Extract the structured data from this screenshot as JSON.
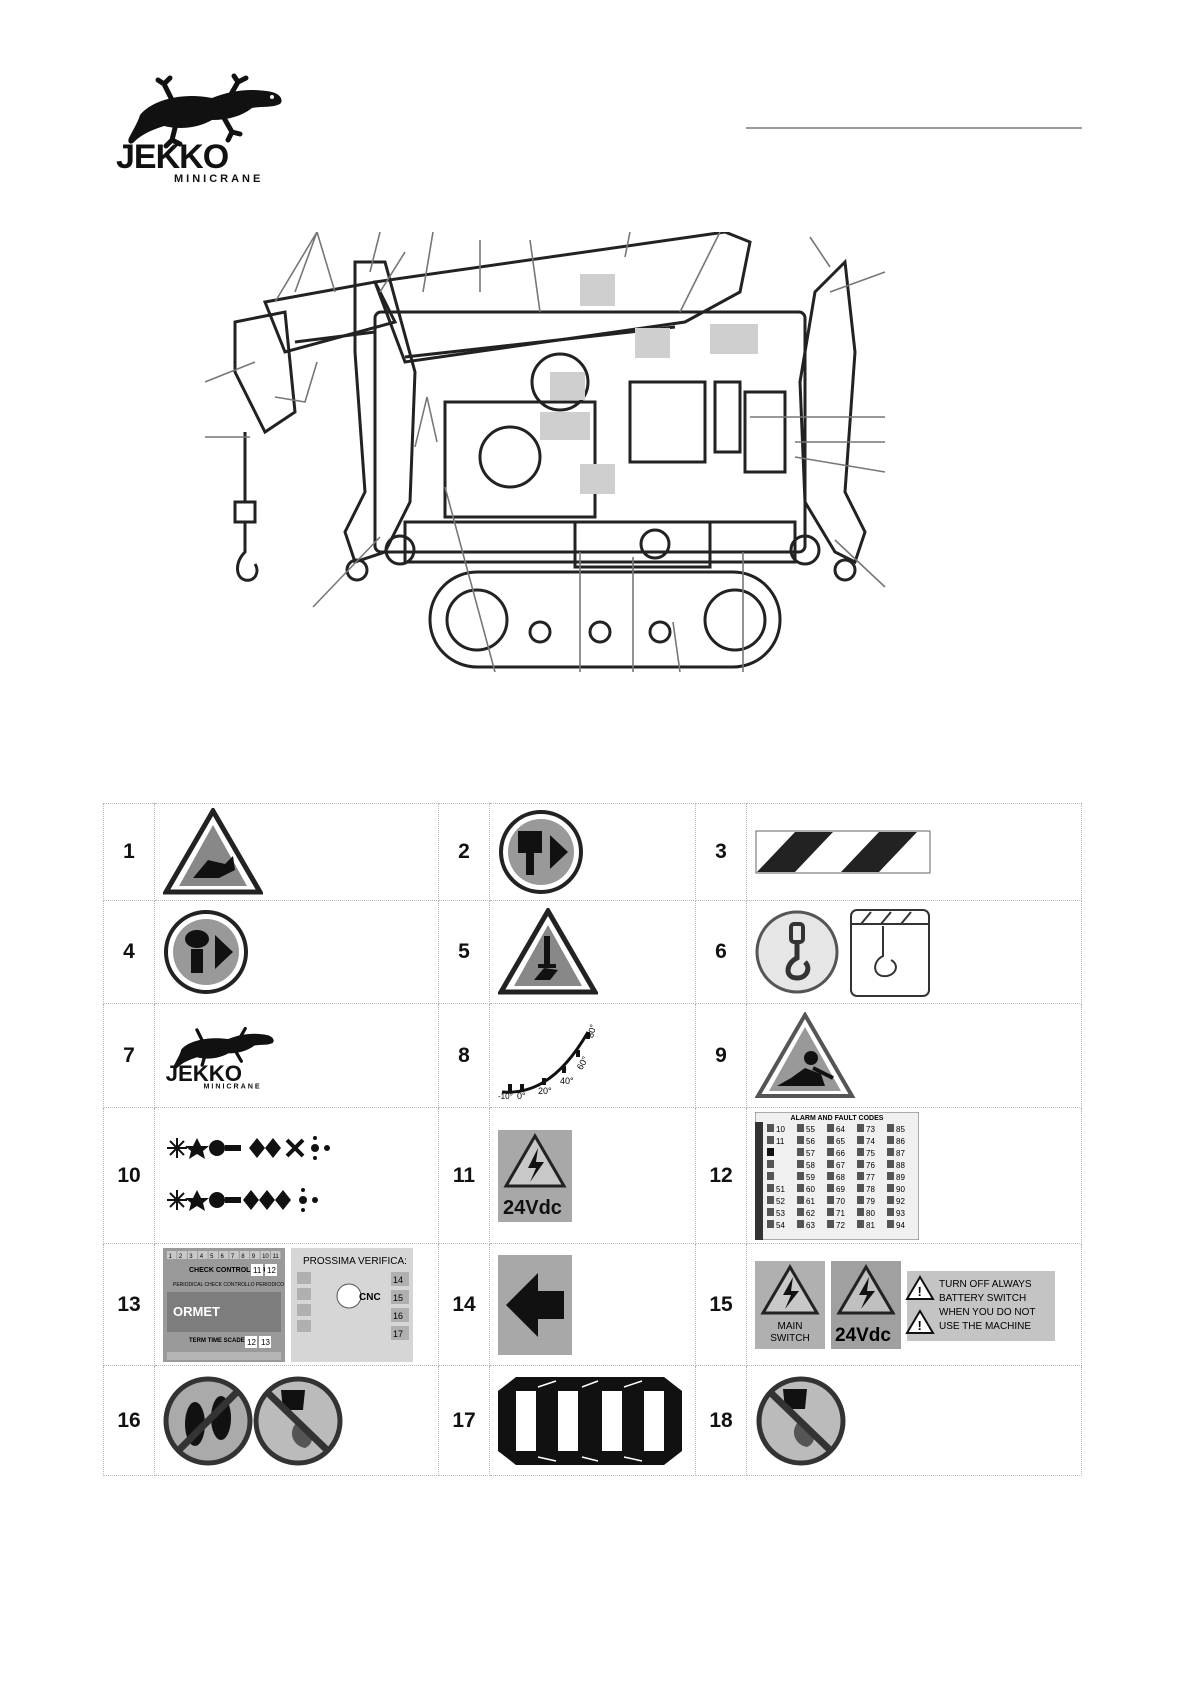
{
  "brand": {
    "name": "JEKKO",
    "tagline": "MINICRANE"
  },
  "diagram": {
    "highlight_boxes": 6
  },
  "decals": [
    {
      "number": "1",
      "icon": "hand-crush-warning-icon"
    },
    {
      "number": "2",
      "icon": "grease-brush-icon"
    },
    {
      "number": "3",
      "icon": "hazard-stripes-icon"
    },
    {
      "number": "4",
      "icon": "oil-lubrication-icon"
    },
    {
      "number": "5",
      "icon": "foot-crush-warning-icon"
    },
    {
      "number": "6",
      "icon": "lifting-hook-icon"
    },
    {
      "number": "7",
      "icon": "jekko-logo-icon"
    },
    {
      "number": "8",
      "icon": "angle-scale-icon",
      "angle_labels": [
        "-10°",
        "0°",
        "20°",
        "40°",
        "60°",
        "80°"
      ]
    },
    {
      "number": "9",
      "icon": "person-crush-warning-icon"
    },
    {
      "number": "10",
      "icon": "control-symbols-icon"
    },
    {
      "number": "11",
      "icon": "electric-24v-warning-icon",
      "text": "24Vdc"
    },
    {
      "number": "12",
      "icon": "alarm-codes-table-icon",
      "title": "ALARM AND FAULT CODES",
      "codes": [
        [
          "10",
          "55",
          "64",
          "73",
          "85"
        ],
        [
          "11",
          "56",
          "65",
          "74",
          "86"
        ],
        [
          "",
          "57",
          "66",
          "75",
          "87"
        ],
        [
          "",
          "58",
          "67",
          "76",
          "88"
        ],
        [
          "",
          "59",
          "68",
          "77",
          "89"
        ],
        [
          "51",
          "60",
          "69",
          "78",
          "90"
        ],
        [
          "52",
          "61",
          "70",
          "79",
          "92"
        ],
        [
          "53",
          "62",
          "71",
          "80",
          "93"
        ],
        [
          "54",
          "63",
          "72",
          "81",
          "94"
        ]
      ]
    },
    {
      "number": "13",
      "icon": "inspection-label-icon",
      "check_title": "CHECK CONTROLLATO",
      "check_sub": "PERIODICAL CHECK CONTROLLO PERIODICO",
      "brand": "ORMET",
      "term": "TERM TIME SCADENZA",
      "next_title": "PROSSIMA VERIFICA:",
      "next_brand": "CNC",
      "months_a": [
        "1",
        "2",
        "3",
        "4",
        "5",
        "6",
        "7",
        "8",
        "9",
        "10",
        "11"
      ],
      "years": [
        "11",
        "12"
      ],
      "years_b": [
        "12",
        "13"
      ],
      "years_c": [
        "14",
        "15",
        "16",
        "17"
      ]
    },
    {
      "number": "14",
      "icon": "arrow-left-icon"
    },
    {
      "number": "15",
      "icon": "main-switch-warning-icon",
      "main_switch": "MAIN SWITCH",
      "voltage": "24Vdc",
      "notice_lines": [
        "TURN OFF ALWAYS",
        "BATTERY SWITCH",
        "WHEN YOU DO NOT",
        "USE THE MACHINE"
      ]
    },
    {
      "number": "16",
      "icon": "no-walking-no-washing-icon"
    },
    {
      "number": "17",
      "icon": "crane-outline-strip-icon"
    },
    {
      "number": "18",
      "icon": "no-pressure-washing-icon"
    }
  ]
}
